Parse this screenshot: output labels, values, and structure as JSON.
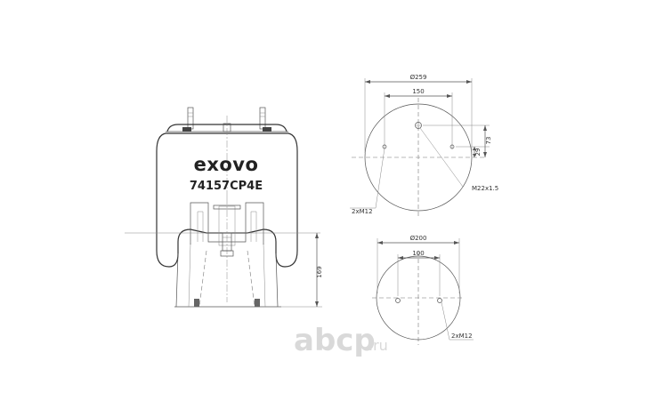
{
  "brand": "exovo",
  "part_number": "74157CP4E",
  "side_view": {
    "height_dim": "169"
  },
  "top_plate": {
    "diameter": "Ø259",
    "hole_spacing": "150",
    "offset_a": "73",
    "offset_b": "29",
    "thread_center": "M22x1.5",
    "thread_holes": "2xM12"
  },
  "bottom_plate": {
    "diameter": "Ø200",
    "hole_spacing": "100",
    "thread_holes": "2xM12"
  },
  "watermark": {
    "text": "abcp",
    "suffix": ".ru"
  },
  "colors": {
    "line": "#555555",
    "watermark": "#d9d9d9",
    "text": "#222222"
  }
}
